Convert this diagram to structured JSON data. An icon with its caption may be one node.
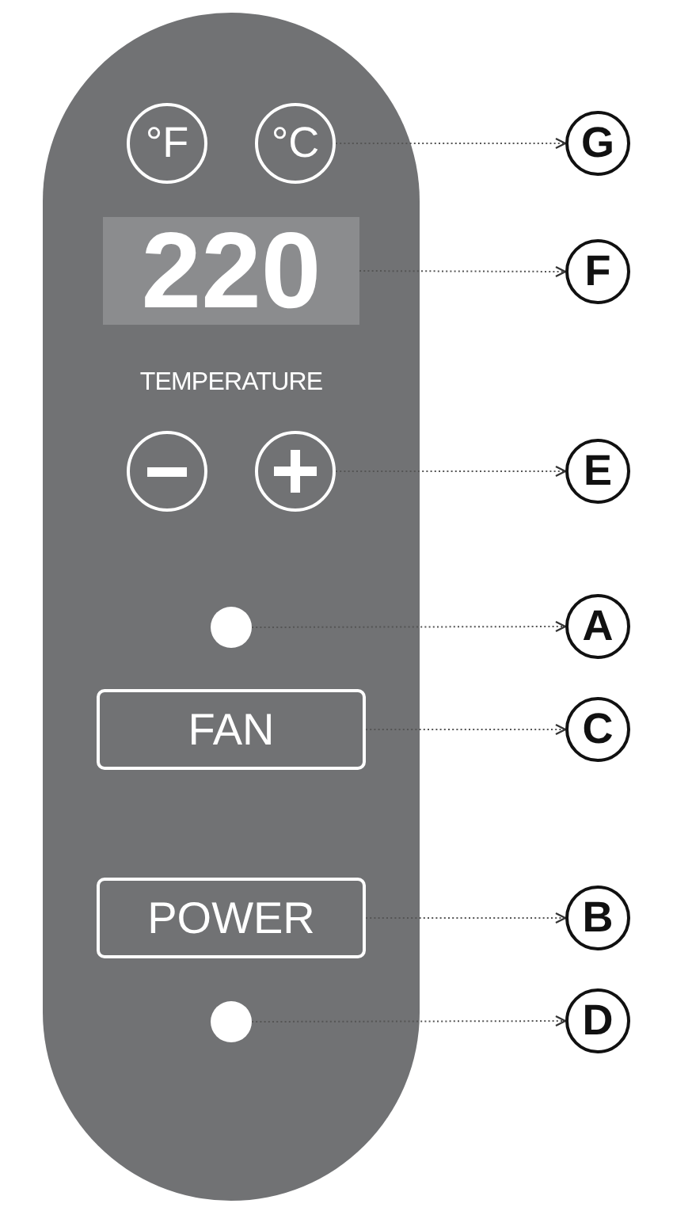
{
  "diagram": {
    "nodes": [
      {
        "text": [],
        "shape": "box"
      },
      {
        "text": [
          "°F"
        ],
        "in": 0
      },
      {
        "text": [
          "°C"
        ],
        "in": 0
      },
      {
        "text": [
          "G"
        ]
      },
      {
        "text": [
          "220"
        ],
        "in": 0
      },
      {
        "text": [
          "F"
        ]
      },
      {
        "text": [],
        "shape": "circle",
        "in": 0
      },
      {
        "text": [],
        "shape": "circle",
        "in": 0
      },
      {
        "text": [
          "E"
        ]
      },
      {
        "text": [],
        "shape": "circle",
        "in": 0
      },
      {
        "text": [
          "A"
        ]
      },
      {
        "text": [
          "FAN"
        ],
        "in": 0
      },
      {
        "text": [
          "C"
        ]
      },
      {
        "text": [
          "POWER"
        ],
        "in": 0
      },
      {
        "text": [
          "B"
        ]
      },
      {
        "text": [],
        "shape": "circle",
        "in": 0
      },
      {
        "text": [
          "D"
        ]
      }
    ],
    "edges": [
      {
        "from": 2,
        "to": 3,
        "arrow": "to"
      },
      {
        "from": 4,
        "to": 5,
        "arrow": "to"
      },
      {
        "from": 7,
        "to": 8,
        "arrow": "to"
      },
      {
        "from": 9,
        "to": 10,
        "arrow": "to"
      },
      {
        "from": 11,
        "to": 12,
        "arrow": "to"
      },
      {
        "from": 13,
        "to": 14,
        "arrow": "to"
      },
      {
        "from": 15,
        "to": 16,
        "arrow": "to"
      }
    ],
    "labels": [
      "TEMPERATURE"
    ]
  }
}
